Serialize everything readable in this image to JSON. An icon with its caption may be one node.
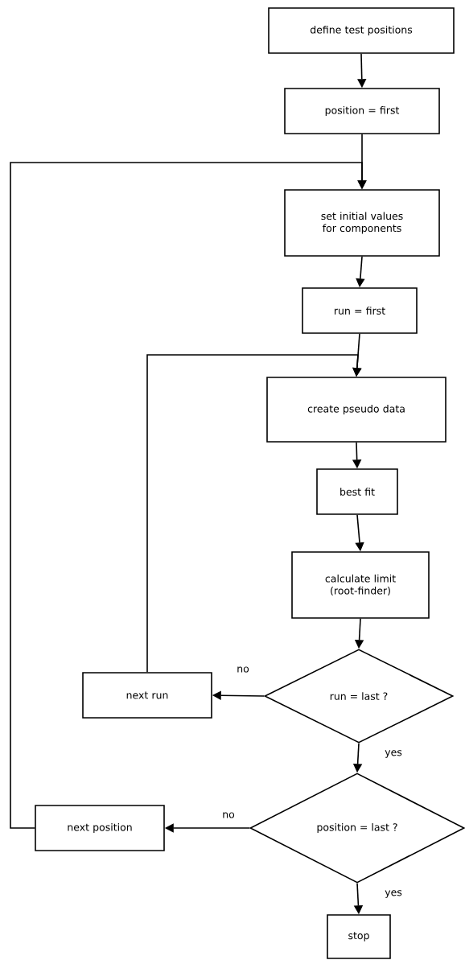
{
  "diagram": {
    "nodes": [
      {
        "text": [
          "define test positions"
        ]
      },
      {
        "text": [
          "position = first"
        ]
      },
      {
        "text": [
          "set initial values for components"
        ]
      },
      {
        "text": [
          "run = first"
        ]
      },
      {
        "text": [
          "create pseudo data"
        ]
      },
      {
        "text": [
          "best fit"
        ]
      },
      {
        "text": [
          "calculate limit (root-finder)"
        ]
      },
      {
        "text": [
          "run = last ?"
        ]
      },
      {
        "text": [
          "next run"
        ]
      },
      {
        "text": [
          "position = last ?"
        ]
      },
      {
        "text": [
          "next position"
        ]
      },
      {
        "text": [
          "stop"
        ]
      }
    ],
    "edges": [
      {
        "from": 0,
        "to": 1,
        "arrow": "to"
      },
      {
        "from": 1,
        "to": 2,
        "arrow": "to"
      },
      {
        "from": 2,
        "to": 3,
        "arrow": "to"
      },
      {
        "from": 3,
        "to": 4,
        "arrow": "to"
      },
      {
        "from": 4,
        "to": 5,
        "arrow": "to"
      },
      {
        "from": 5,
        "to": 6,
        "arrow": "to"
      },
      {
        "from": 6,
        "to": 7,
        "arrow": "to"
      },
      {
        "from": 7,
        "to": 8,
        "arrow": "to",
        "label": "no"
      },
      {
        "from": 7,
        "to": 9,
        "arrow": "to",
        "label": "yes"
      },
      {
        "from": 9,
        "to": 10,
        "arrow": "to",
        "label": "no"
      },
      {
        "from": 9,
        "to": 11,
        "arrow": "to",
        "label": "yes"
      },
      {
        "from": 8,
        "to": 4,
        "arrow": "to"
      },
      {
        "from": 10,
        "to": 2,
        "arrow": "to"
      }
    ]
  }
}
